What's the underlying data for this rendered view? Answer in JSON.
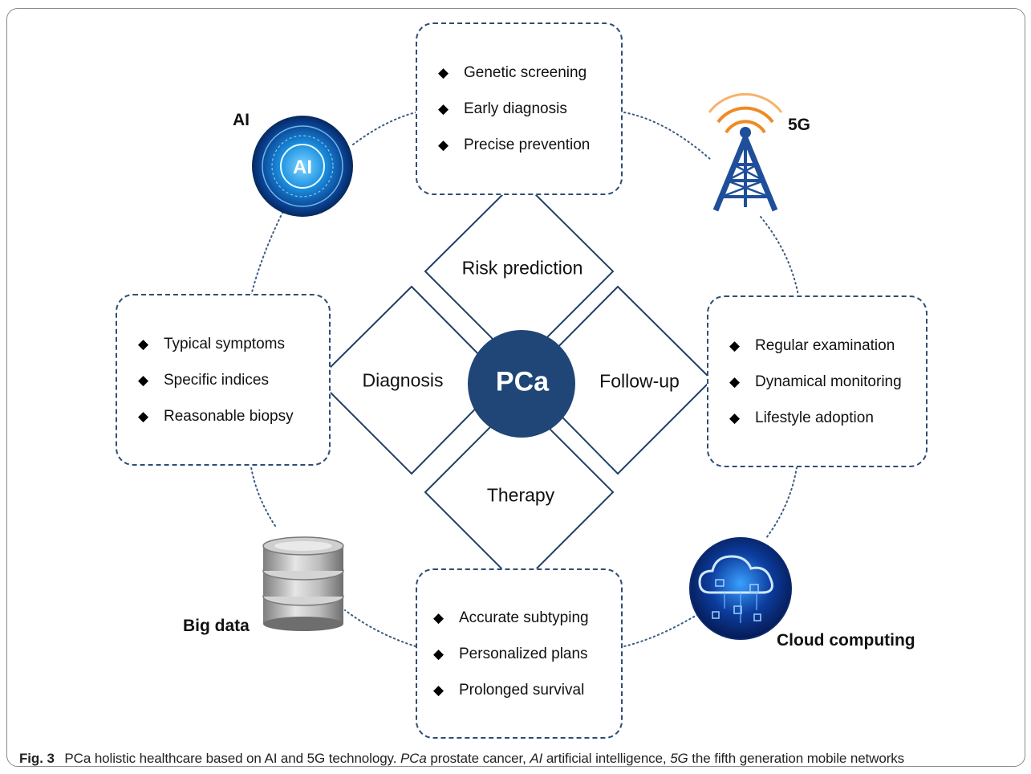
{
  "center": {
    "label": "PCa"
  },
  "stages": {
    "risk_prediction": "Risk prediction",
    "diagnosis": "Diagnosis",
    "follow_up": "Follow-up",
    "therapy": "Therapy"
  },
  "boxes": {
    "top": [
      "Genetic screening",
      "Early diagnosis",
      "Precise prevention"
    ],
    "left": [
      "Typical symptoms",
      "Specific indices",
      "Reasonable biopsy"
    ],
    "right": [
      "Regular examination",
      "Dynamical monitoring",
      "Lifestyle adoption"
    ],
    "bottom": [
      "Accurate subtyping",
      "Personalized plans",
      "Prolonged survival"
    ]
  },
  "bullet_glyph": "◆",
  "technologies": {
    "ai": {
      "label": "AI",
      "icon": "ai-orb-icon",
      "icon_text": "AI"
    },
    "five_g": {
      "label": "5G",
      "icon": "radio-tower-icon"
    },
    "big_data": {
      "label": "Big data",
      "icon": "database-stack-icon"
    },
    "cloud": {
      "label": "Cloud computing",
      "icon": "cloud-network-icon"
    }
  },
  "caption": {
    "fig_number": "Fig. 3",
    "title": "PCa holistic healthcare based on AI and 5G technology.",
    "abbr1": "PCa",
    "def1": "prostate cancer,",
    "abbr2": "AI",
    "def2": "artificial intelligence,",
    "abbr3": "5G",
    "def3": "the fifth generation mobile networks"
  },
  "colors": {
    "center_fill": "#1f4677",
    "box_border": "#2e4d72",
    "connector": "#3a5a80",
    "ai_blue": "#1b8fe0",
    "tower_blue": "#1f4f9a",
    "signal_orange": "#f08a24"
  }
}
